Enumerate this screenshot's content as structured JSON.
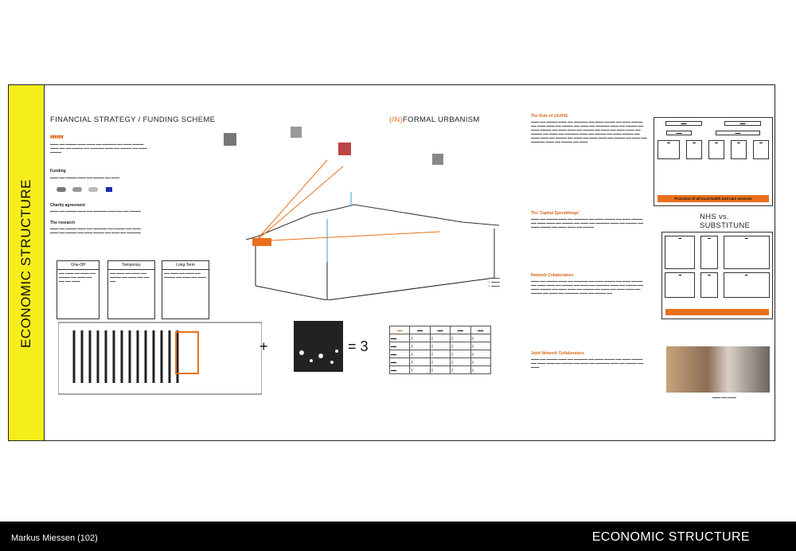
{
  "panel": {
    "vertical_title": "ECONOMIC STRUCTURE"
  },
  "financial": {
    "title": "FINANCIAL STRATEGY / FUNDING SCHEME",
    "funding_heading": "Funding",
    "charity_heading": "Charity agreement",
    "research_heading": "The research",
    "boxes": [
      "One-Off",
      "Temporary",
      "Long-Term"
    ]
  },
  "informal": {
    "prefix": "(IN)",
    "title": "FORMAL URBANISM"
  },
  "equation": {
    "plus": "+",
    "result": "= 3"
  },
  "middle": {
    "role_heading": "The Role of JAXPIS",
    "capital_heading": "The 'Capital Spendthings'",
    "network_heading": "Network Collaborators",
    "joint_heading": "Joint Network Collaborators"
  },
  "right": {
    "banner": "Provision of all local health and care services",
    "nhs_title": "NHS vs. SUBSTITUNE"
  },
  "footer": {
    "left": "Markus Miessen (102)",
    "right": "ECONOMIC STRUCTURE"
  }
}
